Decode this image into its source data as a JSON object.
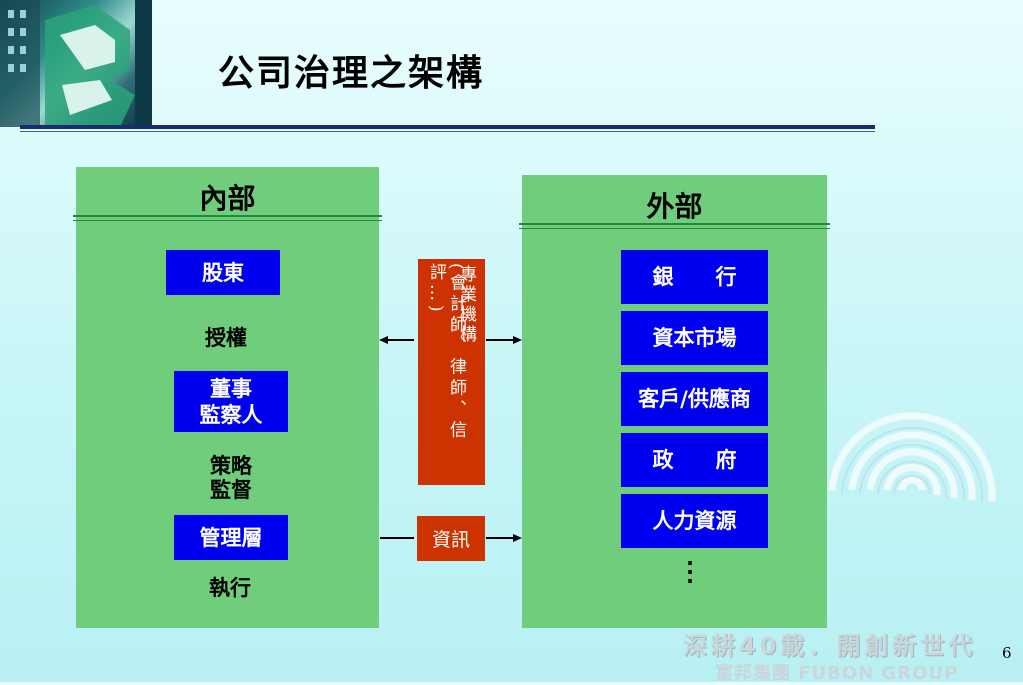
{
  "title": "公司治理之架構",
  "internal": {
    "title": "內部",
    "shareholders": "股東",
    "authorize": "授權",
    "board": "董事\n監察人",
    "strategy": "策略\n監督",
    "management": "管理層",
    "execute": "執行"
  },
  "external": {
    "title": "外部",
    "items": [
      "銀　　行",
      "資本市場",
      "客戶/供應商",
      "政　　府",
      "人力資源"
    ],
    "more": "⋮"
  },
  "middle": {
    "professional_title": "專業機構",
    "professional_detail": "(會計師、律師、信評…)",
    "information": "資訊"
  },
  "footer": {
    "slogan": "深耕40載．開創新世代",
    "group": "富邦集團 FUBON GROUP",
    "page": "6"
  },
  "colors": {
    "panel": "#6fcd7c",
    "box_blue": "#0000f0",
    "box_red": "#cc3300",
    "rule": "#1b2b6b"
  }
}
